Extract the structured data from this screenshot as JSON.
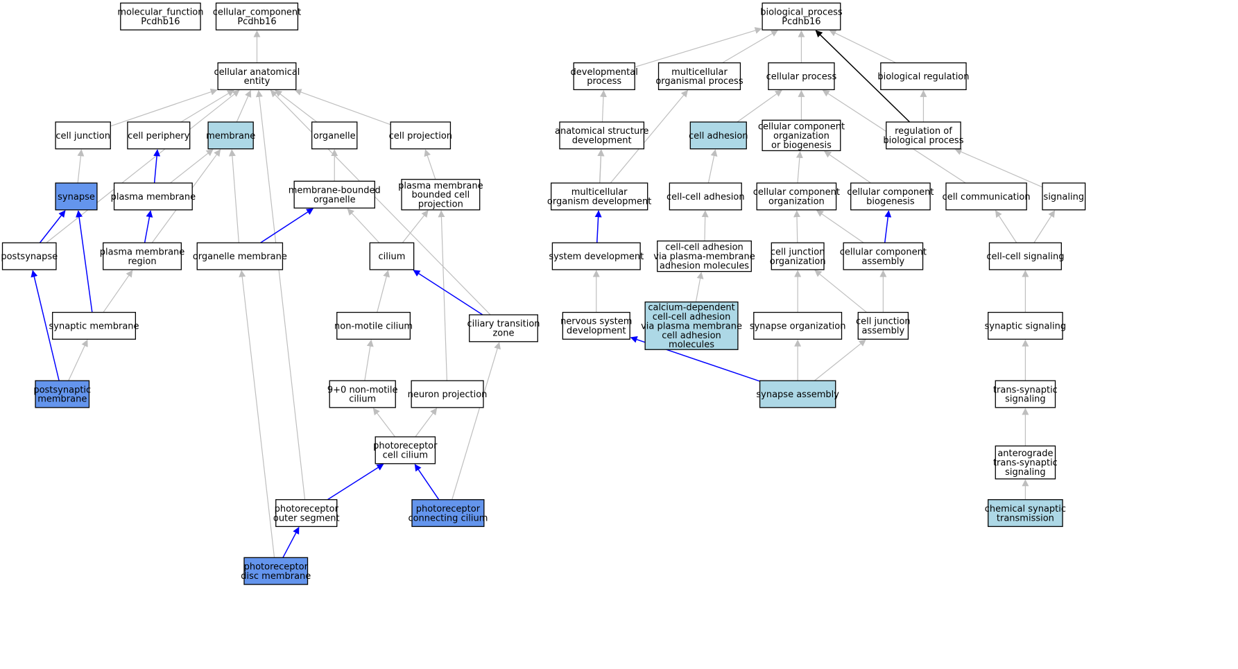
{
  "colors": {
    "plain_fill": "#ffffff",
    "highlight_fill": "#add8e6",
    "annotated_fill": "#6495ed",
    "is_a_edge": "#bebebe",
    "part_of_edge": "#0000ff",
    "regulates_edge": "#000000"
  },
  "nodes": [
    {
      "id": "mf_root",
      "lines": [
        "molecular_function",
        "Pcdhb16"
      ],
      "style": "plain"
    },
    {
      "id": "cc_root",
      "lines": [
        "cellular_component",
        "Pcdhb16"
      ],
      "style": "plain"
    },
    {
      "id": "bp_root",
      "lines": [
        "biological_process",
        "Pcdhb16"
      ],
      "style": "plain"
    },
    {
      "id": "cae",
      "lines": [
        "cellular anatomical",
        "entity"
      ],
      "style": "plain"
    },
    {
      "id": "cell_junction",
      "lines": [
        "cell junction"
      ],
      "style": "plain"
    },
    {
      "id": "cell_periphery",
      "lines": [
        "cell periphery"
      ],
      "style": "plain"
    },
    {
      "id": "membrane",
      "lines": [
        "membrane"
      ],
      "style": "highlight"
    },
    {
      "id": "organelle",
      "lines": [
        "organelle"
      ],
      "style": "plain"
    },
    {
      "id": "cell_projection",
      "lines": [
        "cell projection"
      ],
      "style": "plain"
    },
    {
      "id": "synapse",
      "lines": [
        "synapse"
      ],
      "style": "annotated"
    },
    {
      "id": "plasma_membrane",
      "lines": [
        "plasma membrane"
      ],
      "style": "plain"
    },
    {
      "id": "mbo",
      "lines": [
        "membrane-bounded",
        "organelle"
      ],
      "style": "plain"
    },
    {
      "id": "pmbcp",
      "lines": [
        "plasma membrane",
        "bounded cell",
        "projection"
      ],
      "style": "plain"
    },
    {
      "id": "postsynapse",
      "lines": [
        "postsynapse"
      ],
      "style": "plain"
    },
    {
      "id": "pm_region",
      "lines": [
        "plasma membrane",
        "region"
      ],
      "style": "plain"
    },
    {
      "id": "organelle_membrane",
      "lines": [
        "organelle membrane"
      ],
      "style": "plain"
    },
    {
      "id": "cilium",
      "lines": [
        "cilium"
      ],
      "style": "plain"
    },
    {
      "id": "synaptic_membrane",
      "lines": [
        "synaptic membrane"
      ],
      "style": "plain"
    },
    {
      "id": "non_motile_cilium",
      "lines": [
        "non-motile cilium"
      ],
      "style": "plain"
    },
    {
      "id": "ciliary_tz",
      "lines": [
        "ciliary transition",
        "zone"
      ],
      "style": "plain"
    },
    {
      "id": "postsynaptic_membrane",
      "lines": [
        "postsynaptic",
        "membrane"
      ],
      "style": "annotated"
    },
    {
      "id": "nine_zero",
      "lines": [
        "9+0 non-motile",
        "cilium"
      ],
      "style": "plain"
    },
    {
      "id": "neuron_projection",
      "lines": [
        "neuron projection"
      ],
      "style": "plain"
    },
    {
      "id": "photoreceptor_cilium",
      "lines": [
        "photoreceptor",
        "cell cilium"
      ],
      "style": "plain"
    },
    {
      "id": "outer_segment",
      "lines": [
        "photoreceptor",
        "outer segment"
      ],
      "style": "plain"
    },
    {
      "id": "connecting_cilium",
      "lines": [
        "photoreceptor",
        "connecting cilium"
      ],
      "style": "annotated"
    },
    {
      "id": "disc_membrane",
      "lines": [
        "photoreceptor",
        "disc membrane"
      ],
      "style": "annotated"
    },
    {
      "id": "dev_process",
      "lines": [
        "developmental",
        "process"
      ],
      "style": "plain"
    },
    {
      "id": "multi_org_process",
      "lines": [
        "multicellular",
        "organismal process"
      ],
      "style": "plain"
    },
    {
      "id": "cellular_process",
      "lines": [
        "cellular process"
      ],
      "style": "plain"
    },
    {
      "id": "bio_regulation",
      "lines": [
        "biological regulation"
      ],
      "style": "plain"
    },
    {
      "id": "anat_dev",
      "lines": [
        "anatomical structure",
        "development"
      ],
      "style": "plain"
    },
    {
      "id": "cell_adhesion",
      "lines": [
        "cell adhesion"
      ],
      "style": "highlight"
    },
    {
      "id": "ccob",
      "lines": [
        "cellular component",
        "organization",
        "or biogenesis"
      ],
      "style": "plain"
    },
    {
      "id": "reg_bio_process",
      "lines": [
        "regulation of",
        "biological process"
      ],
      "style": "plain"
    },
    {
      "id": "multi_org_dev",
      "lines": [
        "multicellular",
        "organism development"
      ],
      "style": "plain"
    },
    {
      "id": "cc_adhesion",
      "lines": [
        "cell-cell adhesion"
      ],
      "style": "plain"
    },
    {
      "id": "cc_org",
      "lines": [
        "cellular component",
        "organization"
      ],
      "style": "plain"
    },
    {
      "id": "cc_biogenesis",
      "lines": [
        "cellular component",
        "biogenesis"
      ],
      "style": "plain"
    },
    {
      "id": "cell_communication",
      "lines": [
        "cell communication"
      ],
      "style": "plain"
    },
    {
      "id": "signaling",
      "lines": [
        "signaling"
      ],
      "style": "plain"
    },
    {
      "id": "system_dev",
      "lines": [
        "system development"
      ],
      "style": "plain"
    },
    {
      "id": "cc_adhesion_pm",
      "lines": [
        "cell-cell adhesion",
        "via plasma-membrane",
        "adhesion molecules"
      ],
      "style": "plain"
    },
    {
      "id": "cj_org",
      "lines": [
        "cell junction",
        "organization"
      ],
      "style": "plain"
    },
    {
      "id": "cc_assembly",
      "lines": [
        "cellular component",
        "assembly"
      ],
      "style": "plain"
    },
    {
      "id": "cc_signaling",
      "lines": [
        "cell-cell signaling"
      ],
      "style": "plain"
    },
    {
      "id": "ca_dep",
      "lines": [
        "calcium-dependent",
        "cell-cell adhesion",
        "via plasma membrane",
        "cell adhesion",
        "molecules"
      ],
      "style": "highlight"
    },
    {
      "id": "nervous_dev",
      "lines": [
        "nervous system",
        "development"
      ],
      "style": "plain"
    },
    {
      "id": "synapse_org",
      "lines": [
        "synapse organization"
      ],
      "style": "plain"
    },
    {
      "id": "cj_assembly",
      "lines": [
        "cell junction",
        "assembly"
      ],
      "style": "plain"
    },
    {
      "id": "synaptic_signaling",
      "lines": [
        "synaptic signaling"
      ],
      "style": "plain"
    },
    {
      "id": "synapse_assembly",
      "lines": [
        "synapse assembly"
      ],
      "style": "highlight"
    },
    {
      "id": "trans_synaptic",
      "lines": [
        "trans-synaptic",
        "signaling"
      ],
      "style": "plain"
    },
    {
      "id": "anterograde",
      "lines": [
        "anterograde",
        "trans-synaptic",
        "signaling"
      ],
      "style": "plain"
    },
    {
      "id": "chem_synaptic",
      "lines": [
        "chemical synaptic",
        "transmission"
      ],
      "style": "highlight"
    }
  ],
  "edges": [
    {
      "from": "cae",
      "to": "cc_root",
      "type": "is_a"
    },
    {
      "from": "cell_junction",
      "to": "cae",
      "type": "is_a"
    },
    {
      "from": "cell_periphery",
      "to": "cae",
      "type": "is_a"
    },
    {
      "from": "membrane",
      "to": "cae",
      "type": "is_a"
    },
    {
      "from": "organelle",
      "to": "cae",
      "type": "is_a"
    },
    {
      "from": "cell_projection",
      "to": "cae",
      "type": "is_a"
    },
    {
      "from": "postsynapse",
      "to": "cae",
      "type": "is_a"
    },
    {
      "from": "outer_segment",
      "to": "cae",
      "type": "is_a"
    },
    {
      "from": "ciliary_tz",
      "to": "cae",
      "type": "is_a"
    },
    {
      "from": "synapse",
      "to": "cell_junction",
      "type": "is_a"
    },
    {
      "from": "plasma_membrane",
      "to": "cell_periphery",
      "type": "part_of"
    },
    {
      "from": "plasma_membrane",
      "to": "membrane",
      "type": "is_a"
    },
    {
      "from": "pm_region",
      "to": "membrane",
      "type": "is_a"
    },
    {
      "from": "organelle_membrane",
      "to": "membrane",
      "type": "is_a"
    },
    {
      "from": "mbo",
      "to": "organelle",
      "type": "is_a"
    },
    {
      "from": "pmbcp",
      "to": "cell_projection",
      "type": "is_a"
    },
    {
      "from": "postsynapse",
      "to": "synapse",
      "type": "part_of"
    },
    {
      "from": "synaptic_membrane",
      "to": "synapse",
      "type": "part_of"
    },
    {
      "from": "pm_region",
      "to": "plasma_membrane",
      "type": "part_of"
    },
    {
      "from": "organelle_membrane",
      "to": "mbo",
      "type": "part_of"
    },
    {
      "from": "cilium",
      "to": "mbo",
      "type": "is_a"
    },
    {
      "from": "cilium",
      "to": "pmbcp",
      "type": "is_a"
    },
    {
      "from": "neuron_projection",
      "to": "pmbcp",
      "type": "is_a"
    },
    {
      "from": "postsynaptic_membrane",
      "to": "postsynapse",
      "type": "part_of"
    },
    {
      "from": "synaptic_membrane",
      "to": "pm_region",
      "type": "is_a"
    },
    {
      "from": "disc_membrane",
      "to": "organelle_membrane",
      "type": "is_a"
    },
    {
      "from": "non_motile_cilium",
      "to": "cilium",
      "type": "is_a"
    },
    {
      "from": "ciliary_tz",
      "to": "cilium",
      "type": "part_of"
    },
    {
      "from": "postsynaptic_membrane",
      "to": "synaptic_membrane",
      "type": "is_a"
    },
    {
      "from": "nine_zero",
      "to": "non_motile_cilium",
      "type": "is_a"
    },
    {
      "from": "connecting_cilium",
      "to": "ciliary_tz",
      "type": "is_a"
    },
    {
      "from": "photoreceptor_cilium",
      "to": "nine_zero",
      "type": "is_a"
    },
    {
      "from": "photoreceptor_cilium",
      "to": "neuron_projection",
      "type": "is_a"
    },
    {
      "from": "outer_segment",
      "to": "photoreceptor_cilium",
      "type": "part_of"
    },
    {
      "from": "connecting_cilium",
      "to": "photoreceptor_cilium",
      "type": "part_of"
    },
    {
      "from": "disc_membrane",
      "to": "outer_segment",
      "type": "part_of"
    },
    {
      "from": "dev_process",
      "to": "bp_root",
      "type": "is_a"
    },
    {
      "from": "multi_org_process",
      "to": "bp_root",
      "type": "is_a"
    },
    {
      "from": "cellular_process",
      "to": "bp_root",
      "type": "is_a"
    },
    {
      "from": "bio_regulation",
      "to": "bp_root",
      "type": "is_a"
    },
    {
      "from": "reg_bio_process",
      "to": "bp_root",
      "type": "regulates"
    },
    {
      "from": "anat_dev",
      "to": "dev_process",
      "type": "is_a"
    },
    {
      "from": "cell_adhesion",
      "to": "cellular_process",
      "type": "is_a"
    },
    {
      "from": "ccob",
      "to": "cellular_process",
      "type": "is_a"
    },
    {
      "from": "cell_communication",
      "to": "cellular_process",
      "type": "is_a"
    },
    {
      "from": "reg_bio_process",
      "to": "bio_regulation",
      "type": "is_a"
    },
    {
      "from": "multi_org_dev",
      "to": "anat_dev",
      "type": "is_a"
    },
    {
      "from": "multi_org_dev",
      "to": "multi_org_process",
      "type": "is_a"
    },
    {
      "from": "system_dev",
      "to": "anat_dev",
      "type": "is_a"
    },
    {
      "from": "cc_adhesion",
      "to": "cell_adhesion",
      "type": "is_a"
    },
    {
      "from": "cc_org",
      "to": "ccob",
      "type": "is_a"
    },
    {
      "from": "cc_biogenesis",
      "to": "ccob",
      "type": "is_a"
    },
    {
      "from": "signaling",
      "to": "reg_bio_process",
      "type": "is_a"
    },
    {
      "from": "system_dev",
      "to": "multi_org_dev",
      "type": "part_of"
    },
    {
      "from": "cc_adhesion_pm",
      "to": "cc_adhesion",
      "type": "is_a"
    },
    {
      "from": "cj_org",
      "to": "cc_org",
      "type": "is_a"
    },
    {
      "from": "cc_assembly",
      "to": "cc_org",
      "type": "is_a"
    },
    {
      "from": "cc_assembly",
      "to": "cc_biogenesis",
      "type": "part_of"
    },
    {
      "from": "cc_signaling",
      "to": "cell_communication",
      "type": "is_a"
    },
    {
      "from": "cc_signaling",
      "to": "signaling",
      "type": "is_a"
    },
    {
      "from": "nervous_dev",
      "to": "system_dev",
      "type": "is_a"
    },
    {
      "from": "ca_dep",
      "to": "cc_adhesion_pm",
      "type": "is_a"
    },
    {
      "from": "synapse_org",
      "to": "cj_org",
      "type": "is_a"
    },
    {
      "from": "cj_assembly",
      "to": "cj_org",
      "type": "is_a"
    },
    {
      "from": "cj_assembly",
      "to": "cc_assembly",
      "type": "is_a"
    },
    {
      "from": "synaptic_signaling",
      "to": "cc_signaling",
      "type": "is_a"
    },
    {
      "from": "synapse_assembly",
      "to": "nervous_dev",
      "type": "part_of"
    },
    {
      "from": "synapse_assembly",
      "to": "synapse_org",
      "type": "is_a"
    },
    {
      "from": "synapse_assembly",
      "to": "cj_assembly",
      "type": "is_a"
    },
    {
      "from": "trans_synaptic",
      "to": "synaptic_signaling",
      "type": "is_a"
    },
    {
      "from": "anterograde",
      "to": "trans_synaptic",
      "type": "is_a"
    },
    {
      "from": "chem_synaptic",
      "to": "anterograde",
      "type": "is_a"
    }
  ]
}
